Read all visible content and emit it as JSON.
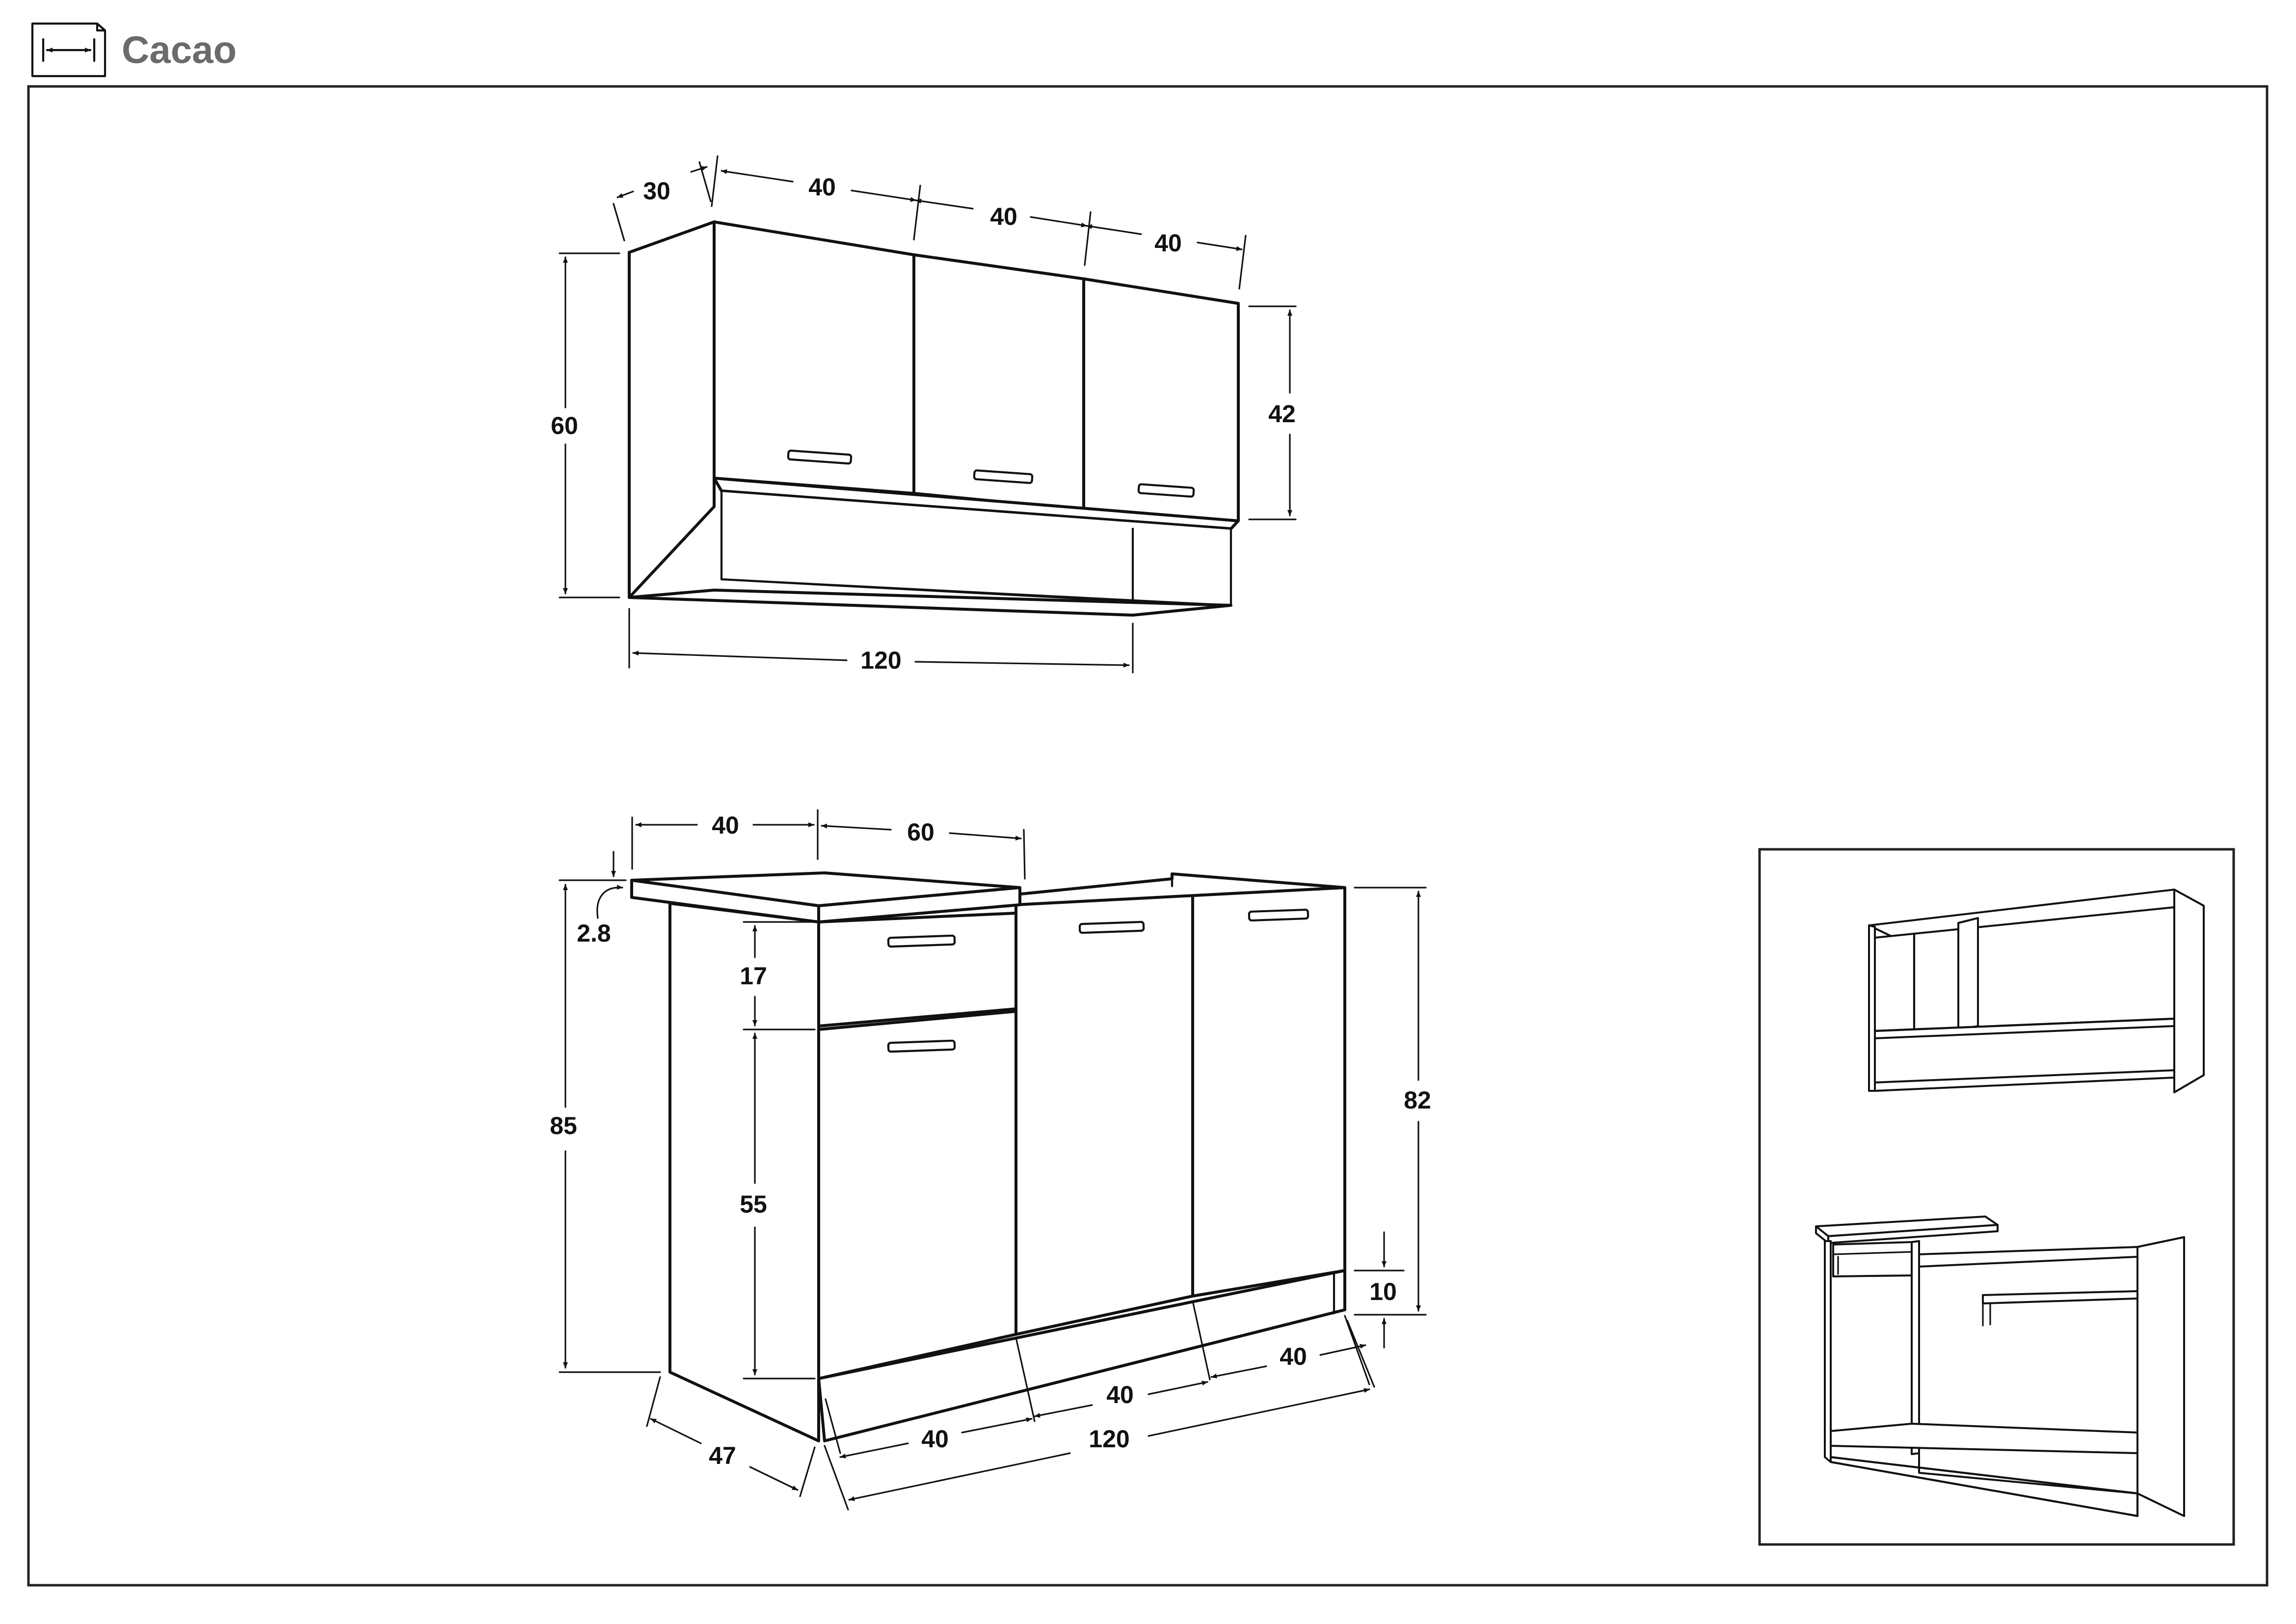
{
  "header": {
    "title": "Cacao",
    "icon": "width-dimension-icon"
  },
  "wall_unit": {
    "depth": "30",
    "door_widths": [
      "40",
      "40",
      "40"
    ],
    "height": "60",
    "door_height": "42",
    "width": "120"
  },
  "base_unit": {
    "drawer_section_width": "40",
    "cabinet_section_width": "60",
    "worktop_thickness": "2.8",
    "height": "85",
    "drawer_height": "17",
    "door_height": "55",
    "carcass_height": "82",
    "plinth_height": "10",
    "depth": "47",
    "widths": [
      "40",
      "40",
      "40"
    ],
    "width": "120"
  },
  "colors": {
    "line": "#111111",
    "title": "#6b6b6b",
    "background": "#ffffff"
  }
}
